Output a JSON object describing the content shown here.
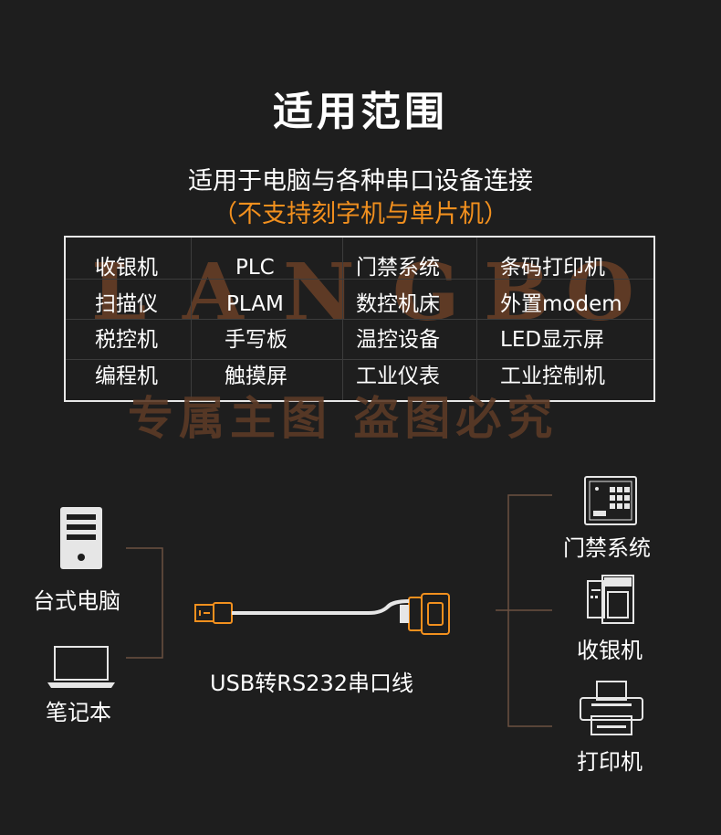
{
  "heading": "适用范围",
  "subtitle": "适用于电脑与各种串口设备连接",
  "note": "（不支持刻字机与单片机）",
  "table": {
    "rows": [
      [
        "收银机",
        "PLC",
        "门禁系统",
        "条码打印机"
      ],
      [
        "扫描仪",
        "PLAM",
        "数控机床",
        "外置modem"
      ],
      [
        "税控机",
        "手写板",
        "温控设备",
        "LED显示屏"
      ],
      [
        "编程机",
        "触摸屏",
        "工业仪表",
        "工业控制机"
      ]
    ]
  },
  "watermark": {
    "brand_letters": [
      "L",
      "A",
      "N",
      "G",
      "B",
      "O"
    ],
    "text": "专属主图  盗图必究"
  },
  "diagram": {
    "left_devices": [
      {
        "icon": "desktop-tower-icon",
        "label": "台式电脑"
      },
      {
        "icon": "laptop-icon",
        "label": "笔记本"
      }
    ],
    "cable_icon": "usb-to-db9-cable-icon",
    "cable_label": "USB转RS232串口线",
    "right_devices": [
      {
        "icon": "access-control-keypad-icon",
        "label": "门禁系统"
      },
      {
        "icon": "cash-register-icon",
        "label": "收银机"
      },
      {
        "icon": "printer-icon",
        "label": "打印机"
      }
    ],
    "accent_color": "#f2901e",
    "line_color": "#6b5040"
  },
  "colors": {
    "background": "#1e1e1e",
    "text": "#ffffff",
    "accent": "#f2901e",
    "watermark": "#6a4027"
  }
}
